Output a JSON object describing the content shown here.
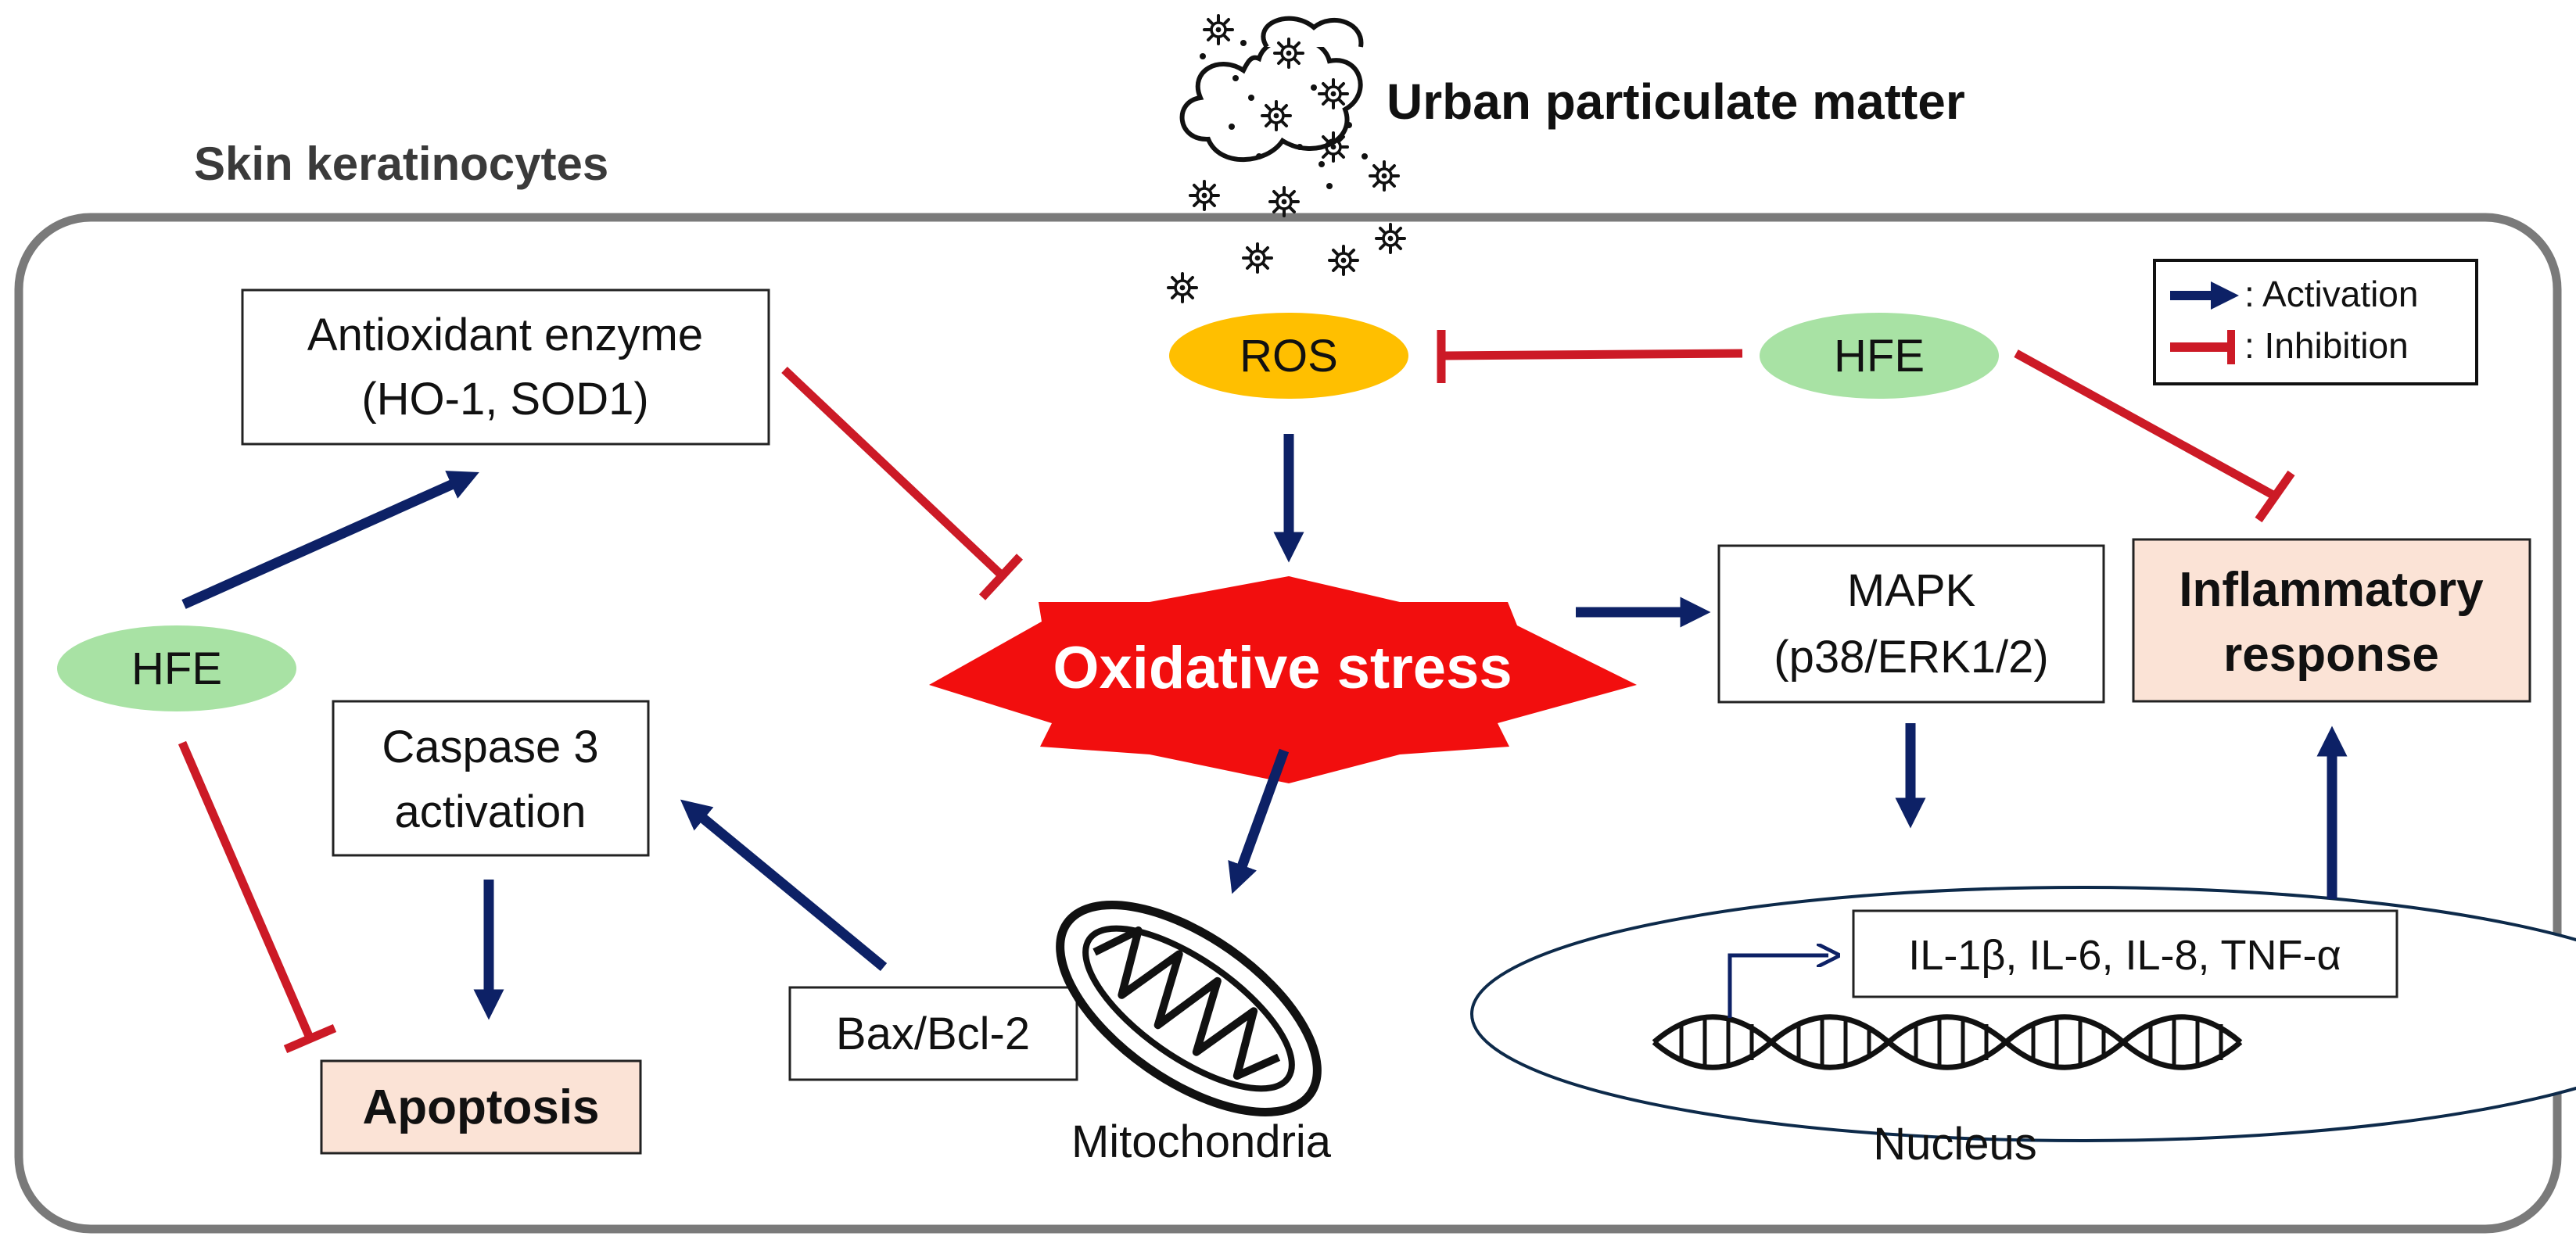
{
  "title": "Urban particulate matter",
  "cell_label": "Skin keratinocytes",
  "legend": {
    "activation_label": ": Activation",
    "inhibition_label": ": Inhibition"
  },
  "nodes": {
    "ros": "ROS",
    "hfe_top": "HFE",
    "hfe_left": "HFE",
    "antioxidant_line1": "Antioxidant enzyme",
    "antioxidant_line2": "(HO-1, SOD1)",
    "oxidative_stress": "Oxidative stress",
    "mapk_line1": "MAPK",
    "mapk_line2": "(p38/ERK1/2)",
    "inflammatory_line1": "Inflammatory",
    "inflammatory_line2": "response",
    "caspase_line1": "Caspase 3",
    "caspase_line2": "activation",
    "apoptosis": "Apoptosis",
    "bax": "Bax/Bcl-2",
    "mitochondria": "Mitochondria",
    "cytokines": "IL-1β, IL-6, IL-8, TNF-α",
    "nucleus": "Nucleus"
  },
  "colors": {
    "activation": "#0d2166",
    "inhibition": "#cc1a26",
    "ros_fill": "#ffbf00",
    "hfe_fill": "#a8e2a4",
    "oxidative_fill": "#f20e0e",
    "result_fill": "#fbe3d6",
    "cell_border": "#7a7a7a"
  },
  "icons": {
    "particles": "particulate-cloud-icon",
    "mitochondria": "mitochondria-icon",
    "dna": "dna-helix-icon"
  }
}
